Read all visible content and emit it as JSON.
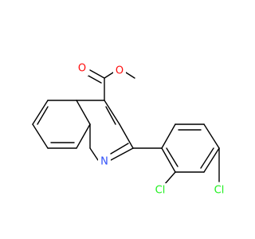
{
  "molecule": {
    "atoms": {
      "o_carbonyl": {
        "label": "O",
        "color": "#ff0d0d"
      },
      "o_ester": {
        "label": "O",
        "color": "#ff0d0d"
      },
      "n_ring": {
        "label": "N",
        "color": "#3050f8"
      },
      "cl_ortho": {
        "label": "Cl",
        "color": "#1ff01f"
      },
      "cl_para": {
        "label": "Cl",
        "color": "#1ff01f"
      }
    }
  }
}
